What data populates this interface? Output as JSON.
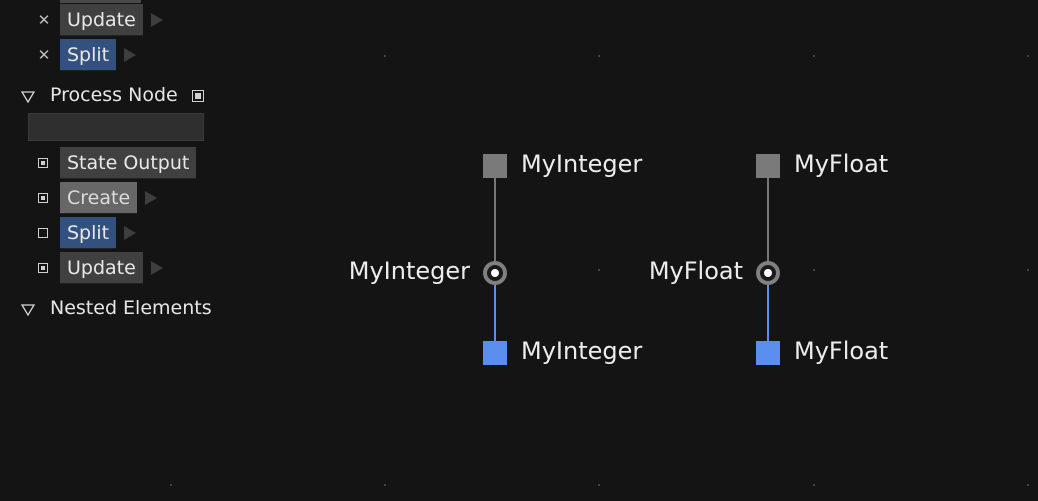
{
  "tree": {
    "top_items": [
      {
        "label": "Update",
        "state": "disabled"
      },
      {
        "label": "Split",
        "state": "disabled"
      }
    ],
    "process_node": {
      "title": "Process Node",
      "name_value": "",
      "items": [
        {
          "label": "State Output",
          "checked": true
        },
        {
          "label": "Create",
          "checked": true
        },
        {
          "label": "Split",
          "checked": false
        },
        {
          "label": "Update",
          "checked": true
        }
      ]
    },
    "nested": {
      "title": "Nested Elements"
    }
  },
  "graph": {
    "integer": {
      "top_port": "MyInteger",
      "node_label": "MyInteger",
      "bottom_port": "MyInteger"
    },
    "float": {
      "top_port": "MyFloat",
      "node_label": "MyFloat",
      "bottom_port": "MyFloat"
    }
  },
  "colors": {
    "background": "#141414",
    "chip_grey": "#404040",
    "chip_blue": "#33517f",
    "port_grey": "#7a7a7a",
    "port_blue": "#5a8ff0"
  }
}
